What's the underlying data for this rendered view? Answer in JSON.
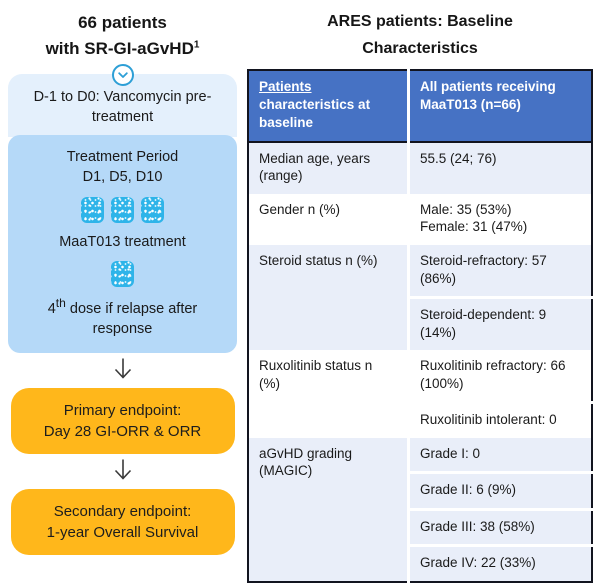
{
  "left": {
    "title_line1": "66 patients",
    "title_line2": "with SR-GI-aGvHD",
    "title_sup": "1",
    "pretreatment_box": "D-1 to D0: Vancomycin pre-treatment",
    "treatment_box": {
      "period": [
        "Treatment Period",
        "D1, D5, D10"
      ],
      "maat_label": "MaaT013 treatment",
      "dose_prefix": "4",
      "dose_sup": "th",
      "dose_rest": " dose if relapse after response"
    },
    "primary_endpoint": [
      "Primary endpoint:",
      "Day 28 GI-ORR & ORR"
    ],
    "secondary_endpoint": [
      "Secondary endpoint:",
      "1-year Overall Survival"
    ]
  },
  "right": {
    "title": [
      "ARES patients: Baseline",
      "Characteristics"
    ],
    "table": {
      "header": {
        "col1_underlined": "Patients",
        "col1_rest": "characteristics at baseline",
        "col2": "All patients receiving MaaT013 (n=66)"
      },
      "rows": [
        {
          "label": "Median age, years (range)",
          "shade": "lavender",
          "values": [
            [
              "55.5 (24; 76)"
            ]
          ]
        },
        {
          "label": "Gender n (%)",
          "shade": "white",
          "values": [
            [
              "Male: 35 (53%)",
              "Female: 31 (47%)"
            ]
          ]
        },
        {
          "label": "Steroid status n (%)",
          "shade": "lavender",
          "values": [
            [
              "Steroid-refractory: 57 (86%)"
            ],
            [
              "Steroid-dependent: 9 (14%)"
            ]
          ]
        },
        {
          "label": "Ruxolitinib status n (%)",
          "shade": "white",
          "values": [
            [
              "Ruxolitinib refractory: 66 (100%)"
            ],
            [
              "Ruxolitinib intolerant: 0"
            ]
          ]
        },
        {
          "label": "aGvHD grading (MAGIC)",
          "shade": "lavender",
          "values": [
            [
              "Grade I: 0"
            ],
            [
              "Grade II: 6 (9%)"
            ],
            [
              "Grade III: 38 (58%)"
            ],
            [
              "Grade IV: 22 (33%)"
            ]
          ]
        }
      ]
    }
  },
  "icons": {
    "chevron": "chevron-down",
    "pouch": "maat013-pouch",
    "arrow": "down-arrow"
  },
  "colors": {
    "header_blue": "#4672C4",
    "row_lavender": "#E9EEF9",
    "box_light_blue": "#E4F0FC",
    "box_mid_blue": "#B5D9F8",
    "endpoint_orange": "#FFB71B",
    "pouch_cyan": "#2EB4E9",
    "chevron_blue": "#2D9FD6",
    "table_border": "#12141F"
  }
}
